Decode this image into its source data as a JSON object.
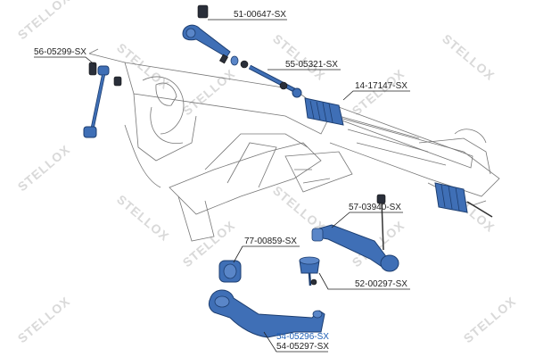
{
  "watermark": "STELLOX",
  "parts": {
    "tie_rod_end": "51-00647-SX",
    "stabilizer_link": "56-05299-SX",
    "inner_tie_rod": "55-05321-SX",
    "steering_rack": "14-17147-SX",
    "upper_control_arm": "57-03940-SX",
    "control_arm_bushing": "77-00859-SX",
    "ball_joint": "52-00297-SX",
    "lower_control_arm_a": "54-05296-SX",
    "lower_control_arm_b": "54-05297-SX"
  },
  "colors": {
    "highlight_part": "#3f6fb6",
    "highlight_label": "#1f5fb5",
    "outline": "#888888",
    "watermark": "#d9d9d9"
  }
}
